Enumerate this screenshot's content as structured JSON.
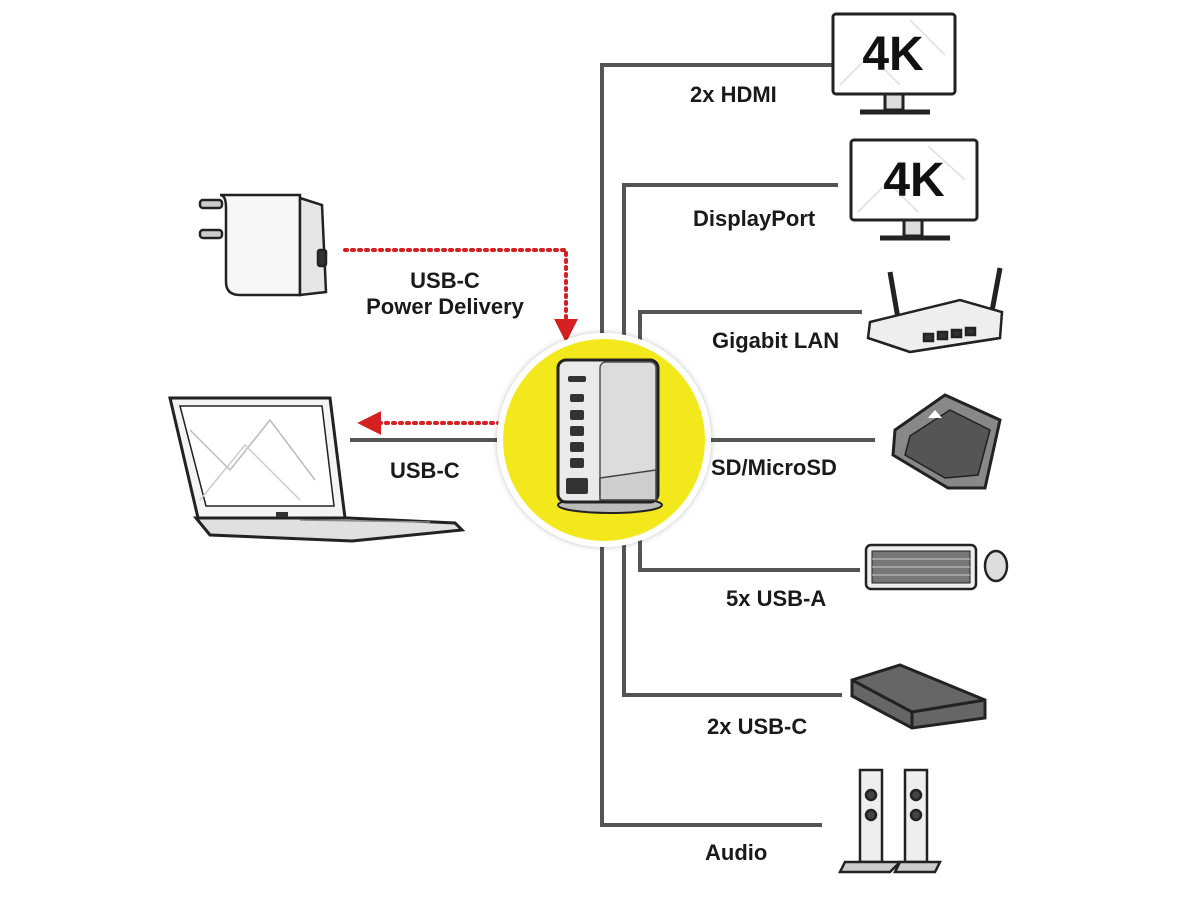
{
  "hub": {
    "name": "usb-c-docking-station"
  },
  "input": {
    "power": {
      "line1": "USB-C",
      "line2": "Power Delivery"
    },
    "host": {
      "label": "USB-C"
    }
  },
  "outputs": [
    {
      "label": "2x HDMI",
      "device": "4K"
    },
    {
      "label": "DisplayPort",
      "device": "4K"
    },
    {
      "label": "Gigabit LAN"
    },
    {
      "label": "SD/MicroSD"
    },
    {
      "label": "5x USB-A"
    },
    {
      "label": "2x USB-C"
    },
    {
      "label": "Audio"
    }
  ],
  "colors": {
    "hub_circle": "#f2e81e",
    "power_arrow": "#d42020",
    "line": "#555555",
    "outline": "#111111"
  }
}
